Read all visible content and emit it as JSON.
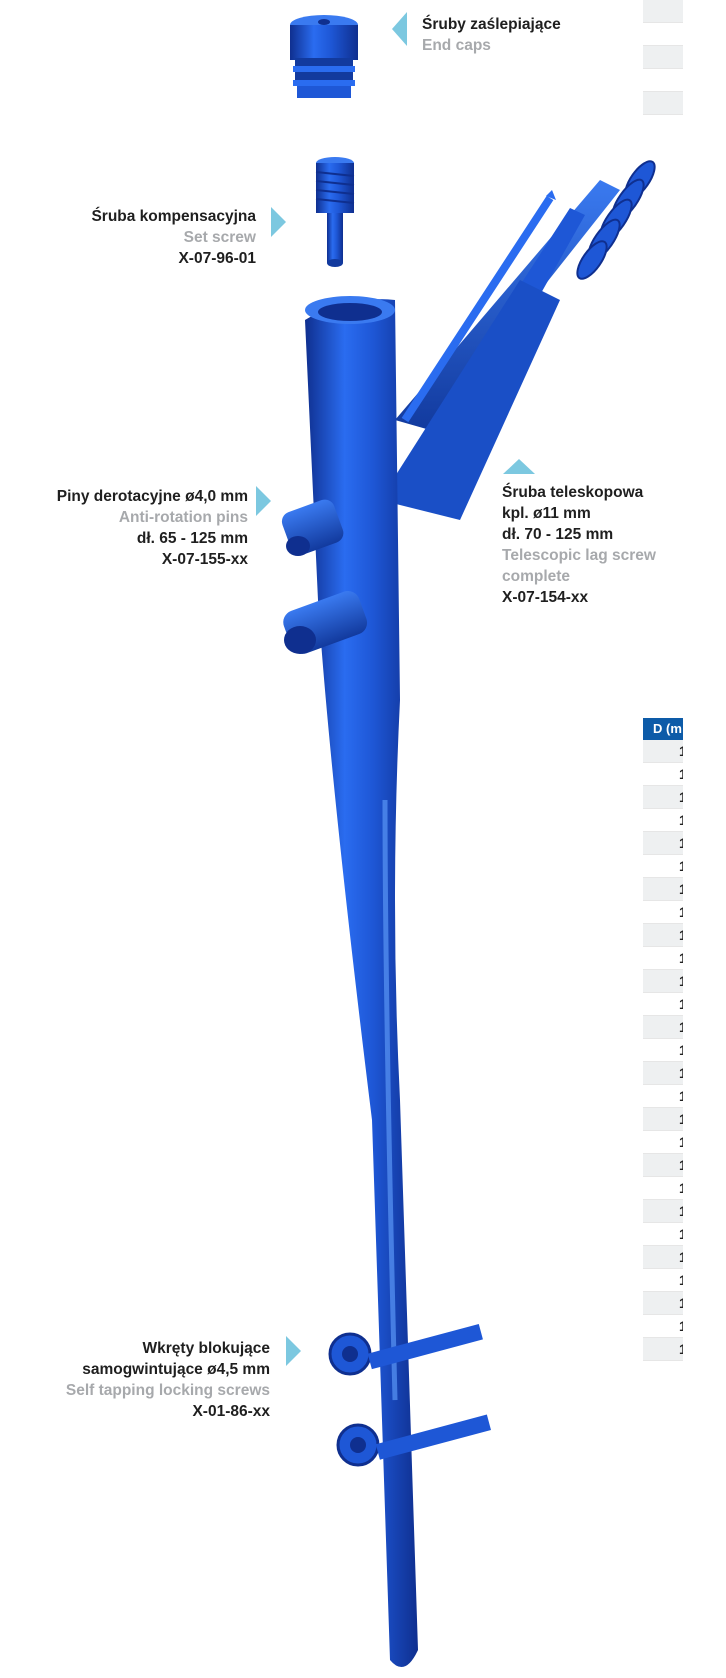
{
  "labels": {
    "end_caps": {
      "pl": "Śruby zaślepiające",
      "en": "End caps"
    },
    "set_screw": {
      "pl": "Śruba kompensacyjna",
      "en": "Set screw",
      "code": "X-07-96-01"
    },
    "pins": {
      "pl": "Piny derotacyjne ø4,0 mm",
      "en": "Anti-rotation pins",
      "len": "dł. 65 - 125 mm",
      "code": "X-07-155-xx"
    },
    "lag_screw": {
      "pl1": "Śruba teleskopowa",
      "pl2": "kpl. ø11 mm",
      "len": "dł. 70 - 125 mm",
      "en1": "Telescopic lag screw",
      "en2": "complete",
      "code": "X-07-154-xx"
    },
    "locking": {
      "pl1": "Wkręty blokujące",
      "pl2": "samogwintujące ø4,5 mm",
      "en": "Self tapping locking screws",
      "code": "X-01-86-xx"
    }
  },
  "table_main": {
    "header": "D (m",
    "rows": [
      "1",
      "1",
      "1",
      "1",
      "1",
      "1",
      "1",
      "1",
      "1",
      "1",
      "1",
      "1",
      "1",
      "1",
      "1",
      "1",
      "1",
      "1",
      "1",
      "1",
      "1",
      "1",
      "1",
      "1",
      "1",
      "1",
      "1"
    ]
  },
  "table_top": {
    "rows": [
      "",
      "",
      "",
      "",
      "",
      ""
    ]
  },
  "colors": {
    "implant": "#1e57d6",
    "implant_light": "#4a86f0",
    "implant_dark": "#0f2f8f",
    "arrow": "#7cc8e0",
    "header": "#0d5ba8"
  }
}
